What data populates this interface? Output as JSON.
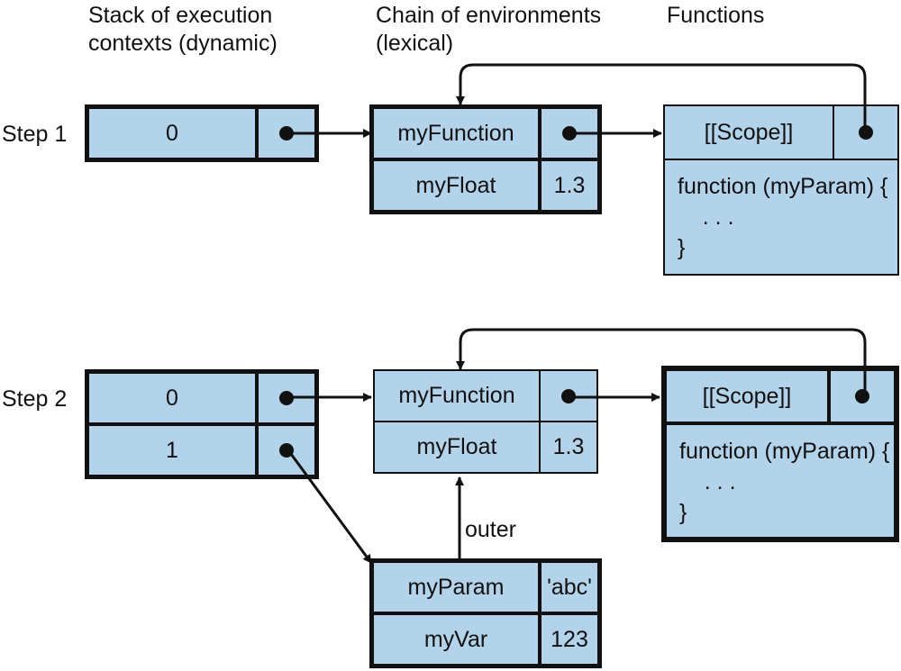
{
  "headers": {
    "stack": [
      "Stack of execution",
      "contexts (dynamic)"
    ],
    "chain": [
      "Chain of environments",
      "(lexical)"
    ],
    "functions": "Functions"
  },
  "steps": {
    "step1": {
      "label": "Step 1",
      "stack": [
        "0"
      ],
      "env": [
        {
          "name": "myFunction",
          "value": ""
        },
        {
          "name": "myFloat",
          "value": "1.3"
        }
      ],
      "function_scope": "[[Scope]]",
      "function_code": [
        "function (myParam) {",
        "    . . .",
        "}"
      ]
    },
    "step2": {
      "label": "Step 2",
      "stack": [
        "0",
        "1"
      ],
      "env": [
        {
          "name": "myFunction",
          "value": ""
        },
        {
          "name": "myFloat",
          "value": "1.3"
        }
      ],
      "function_scope": "[[Scope]]",
      "function_code": [
        "function (myParam) {",
        "    . . .",
        "}"
      ],
      "new_env": [
        {
          "name": "myParam",
          "value": "'abc'"
        },
        {
          "name": "myVar",
          "value": "123"
        }
      ],
      "outer_label": "outer"
    }
  }
}
